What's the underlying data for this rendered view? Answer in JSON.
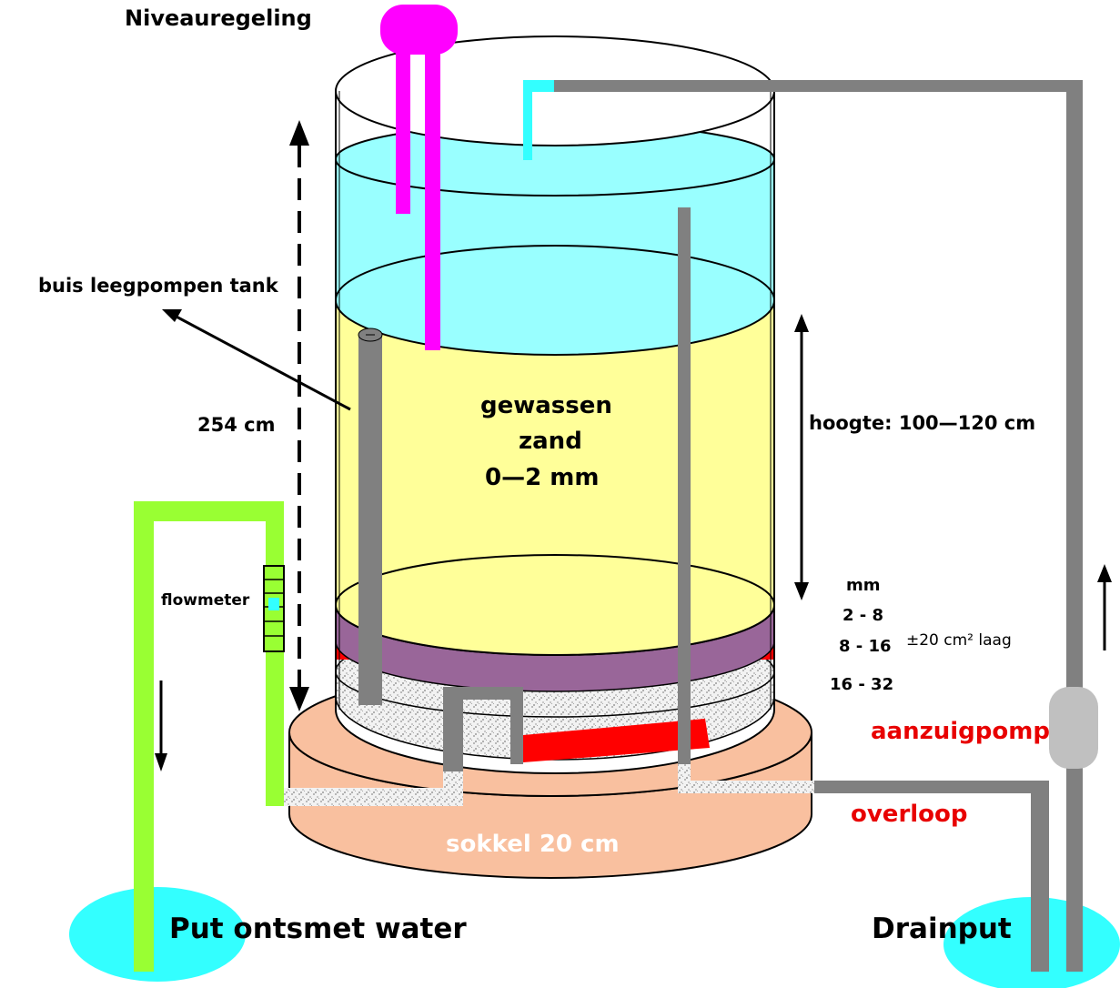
{
  "labels": {
    "niveauregeling": "Niveauregeling",
    "buis_leegpompen": "buis leegpompen tank",
    "height_total": "254 cm",
    "sand_line1": "gewassen",
    "sand_line2": "zand",
    "sand_line3": "0—2 mm",
    "hoogte": "hoogte: 100—120 cm",
    "flowmeter": "flowmeter",
    "mm": "mm",
    "grain1": "2 - 8",
    "grain2": "8 - 16",
    "grain3": "16 - 32",
    "layer_note": "±20 cm² laag",
    "aanzuigpomp": "aanzuigpomp",
    "overloop": "overloop",
    "sokkel": "sokkel 20 cm",
    "put_water": "Put ontsmet water",
    "drainput": "Drainput"
  },
  "colors": {
    "water": "#99ffff",
    "sand": "#ffff99",
    "purple_layer": "#996699",
    "red_layer": "#ff0000",
    "base": "#f9c09f",
    "pipe_grey": "#808080",
    "pump": "#c0c0c0",
    "level_control": "#ff00ff",
    "green_pipe": "#99ff33",
    "pond": "#33ffff",
    "red_text": "#e80000"
  }
}
